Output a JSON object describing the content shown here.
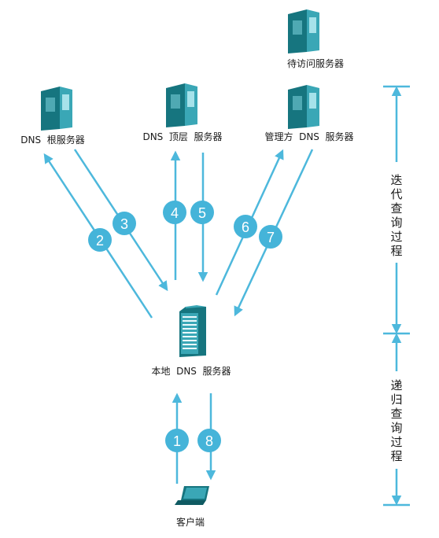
{
  "nodes": {
    "target_server": "待访问服务器",
    "root_dns": "DNS  根服务器",
    "tld_dns": "DNS  顶层  服务器",
    "auth_dns": "管理方  DNS  服务器",
    "local_dns": "本地  DNS  服务器",
    "client": "客户端"
  },
  "steps": [
    "1",
    "2",
    "3",
    "4",
    "5",
    "6",
    "7",
    "8"
  ],
  "phases": {
    "iterative": [
      "迭",
      "代",
      "查",
      "询",
      "过",
      "程"
    ],
    "recursive": [
      "递",
      "归",
      "查",
      "询",
      "过",
      "程"
    ]
  },
  "colors": {
    "arrow": "#4db8dc",
    "badge": "#45b4d9",
    "server_dark": "#16757f",
    "server_mid": "#3aa7b6",
    "server_light": "#7fd3de"
  }
}
